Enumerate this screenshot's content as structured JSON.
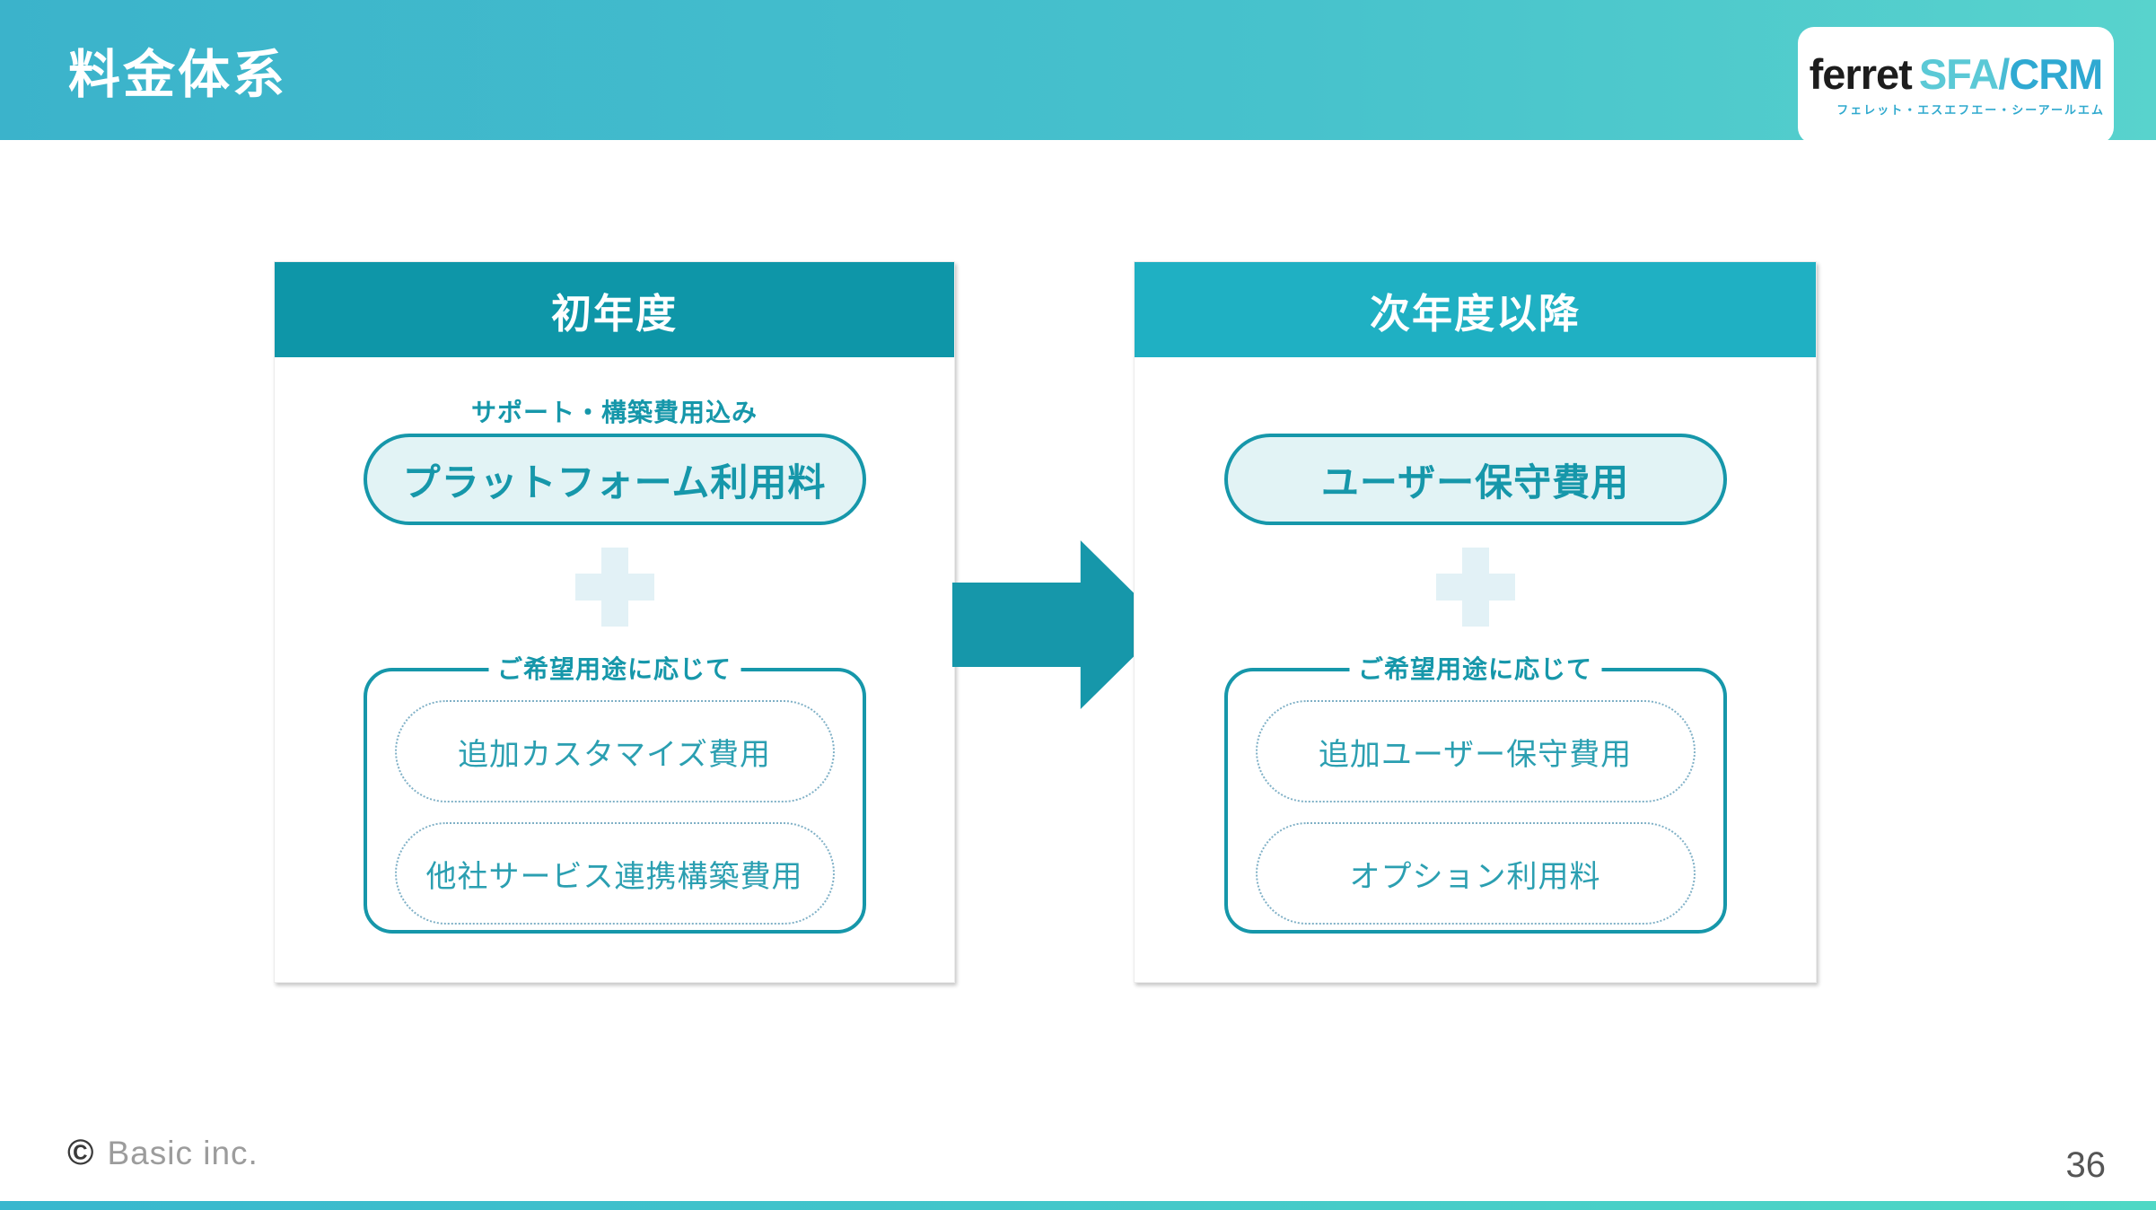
{
  "slide": {
    "title": "料金体系",
    "page_number": "36",
    "footer": {
      "symbol": "©",
      "company": "Basic inc."
    }
  },
  "logo": {
    "brand": "ferret",
    "product1": "SFA",
    "separator": "/",
    "product2": "CRM",
    "subtitle": "フェレット・エスエフエー・シーアールエム"
  },
  "cards": [
    {
      "header": "初年度",
      "note": "サポート・構築費用込み",
      "main_item": "プラットフォーム利用料",
      "group_label": "ご希望用途に応じて",
      "options": [
        "追加カスタマイズ費用",
        "他社サービス連携構築費用"
      ]
    },
    {
      "header": "次年度以降",
      "main_item": "ユーザー保守費用",
      "group_label": "ご希望用途に応じて",
      "options": [
        "追加ユーザー保守費用",
        "オプション利用料"
      ]
    }
  ],
  "icons": {
    "plus": "+",
    "arrow_right": "→"
  },
  "colors": {
    "header_gradient_left": "#3BB3CB",
    "header_gradient_right": "#58D3CD",
    "card1_header_bg": "#0E96A8",
    "card2_header_bg": "#1FB0C3",
    "accent_teal": "#1697AA",
    "pill_fill": "#E2F3F5",
    "plus_color": "#E2F1F6",
    "dotted_border": "#7FB0C6",
    "option_text": "#2B9FB1",
    "logo_sfa_color": "#5BC9D6",
    "logo_crm_color": "#2FA9D2",
    "bottom_bar_left": "#38B7CE",
    "bottom_bar_right": "#4ED8C5"
  }
}
